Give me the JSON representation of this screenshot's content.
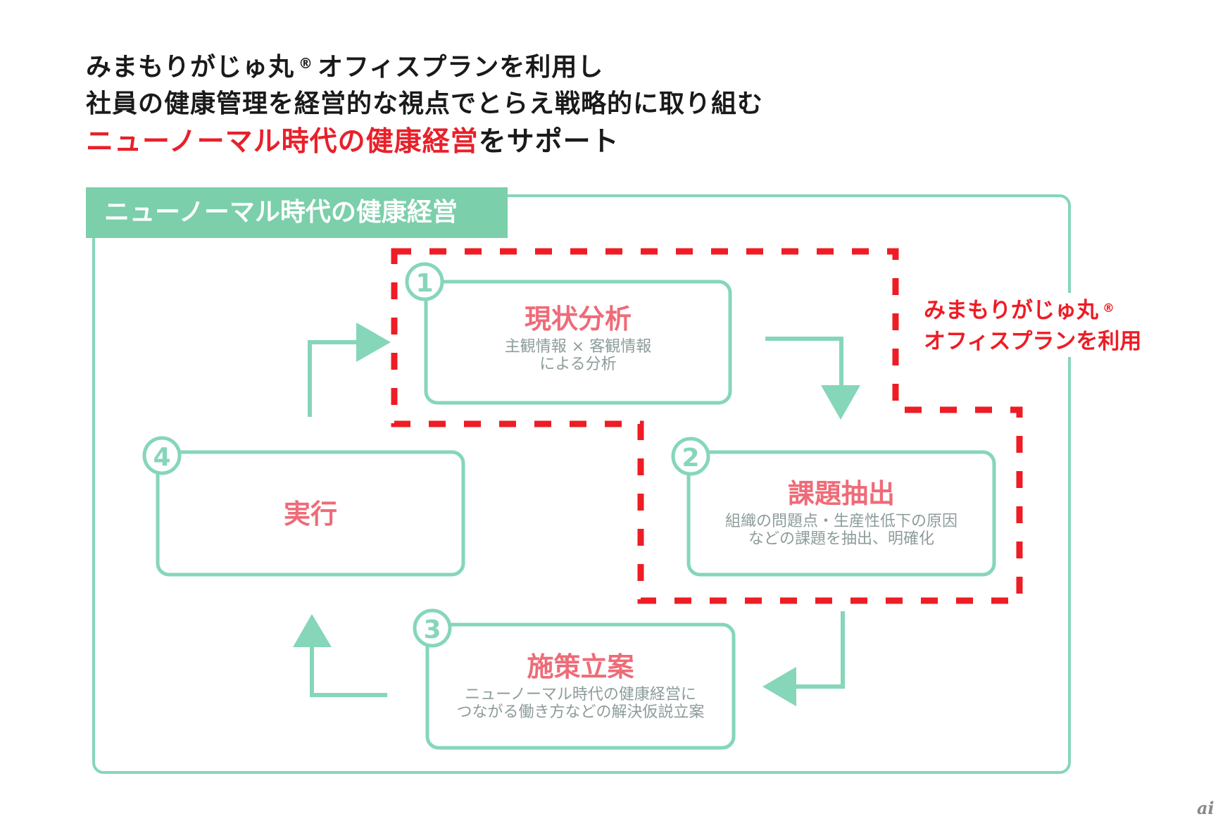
{
  "headline": {
    "line1_pre": "みまもりがじゅ丸",
    "line1_reg": "®",
    "line1_post": "オフィスプランを利用し",
    "line2": "社員の健康管理を経営的な視点でとらえ戦略的に取り組む",
    "line3_highlight": "ニューノーマル時代の健康経営",
    "line3_rest": "をサポート"
  },
  "diagram": {
    "section_title": "ニューノーマル時代の健康経営",
    "steps": [
      {
        "number": "1",
        "title": "現状分析",
        "desc_line1": "主観情報 × 客観情報",
        "desc_line2": "による分析"
      },
      {
        "number": "2",
        "title": "課題抽出",
        "desc_line1": "組織の問題点・生産性低下の原因",
        "desc_line2": "などの課題を抽出、明確化"
      },
      {
        "number": "3",
        "title": "施策立案",
        "desc_line1": "ニューノーマル時代の健康経営に",
        "desc_line2": "つながる働き方などの解決仮説立案"
      },
      {
        "number": "4",
        "title": "実行",
        "desc_line1": "",
        "desc_line2": ""
      }
    ],
    "highlight_note": {
      "line1_pre": "みまもりがじゅ丸",
      "line1_reg": "®",
      "line2": "オフィスプランを利用"
    },
    "colors": {
      "green": "#86d6b9",
      "green_header": "#7bcfaa",
      "red_dash": "#ee1c25",
      "step_title": "#ee6b78",
      "step_desc": "#8d9c9b"
    }
  },
  "watermark": "ai"
}
